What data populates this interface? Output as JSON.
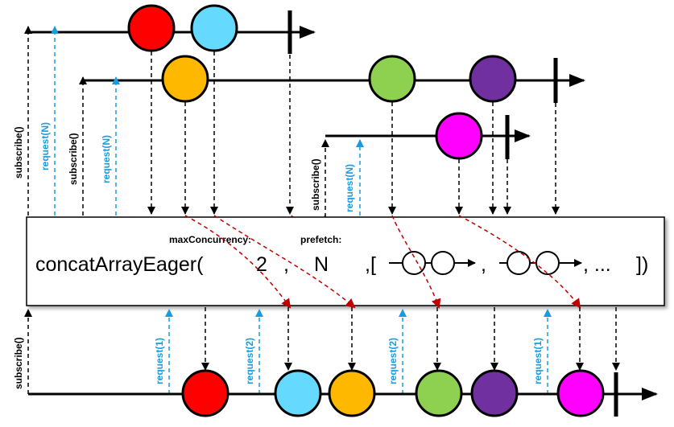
{
  "operator": {
    "name": "concatArrayEager(",
    "maxConcurrency_label": "maxConcurrency:",
    "prefetch_label": "prefetch:",
    "maxConcurrency_value": "2",
    "prefetch_value": "N",
    "comma1": ",",
    "bracket_open": ",[",
    "comma2": ",",
    "ellipsis": ", ...",
    "close": "])"
  },
  "sources": [
    {
      "subscribe": "subscribe()",
      "request": "request(N)"
    },
    {
      "subscribe": "subscribe()",
      "request": "request(N)"
    },
    {
      "subscribe": "subscribe()",
      "request": "request(N)"
    }
  ],
  "output": {
    "subscribe": "subscribe()",
    "requests": [
      "request(1)",
      "request(2)",
      "request(2)",
      "request(1)"
    ]
  },
  "colors": {
    "red": "#ff0000",
    "cyan": "#66d9ff",
    "orange": "#ffb800",
    "green": "#8ed150",
    "purple": "#7030a0",
    "magenta": "#ff00ff",
    "blue_label": "#1a9be0",
    "dash_red": "#c00000"
  }
}
